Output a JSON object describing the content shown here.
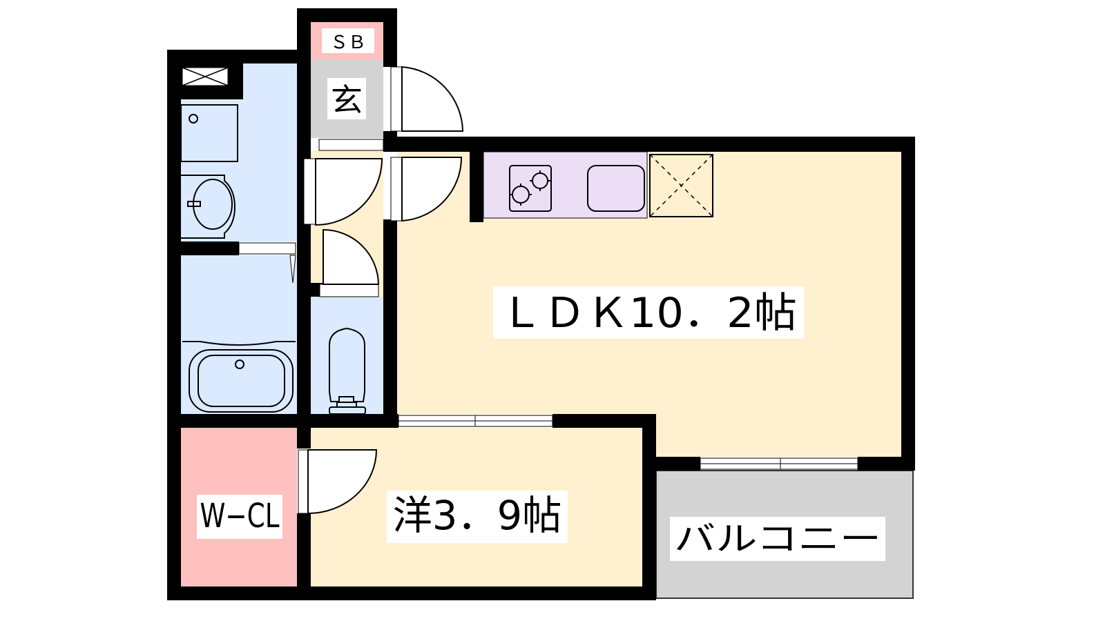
{
  "floor_plan": {
    "rooms": {
      "shoe_box": {
        "label": "ＳＢ",
        "color": "#ffc0c0"
      },
      "entrance": {
        "label": "玄",
        "color": "#d3d3d3"
      },
      "ldk": {
        "label": "ＬＤＫ10．2帖",
        "type": "LDK",
        "size_jo": 10.2,
        "color": "#fff0d0"
      },
      "western_room": {
        "label": "洋3．9帖",
        "type": "洋室",
        "size_jo": 3.9,
        "color": "#fff0d0"
      },
      "walk_in_closet": {
        "label": "W−CL",
        "color": "#ffc0c0"
      },
      "balcony": {
        "label": "バルコニー",
        "color": "#d3d3d3"
      },
      "washroom": {
        "color": "#dbeafe"
      },
      "bathroom": {
        "color": "#dbeafe"
      },
      "toilet": {
        "color": "#dbeafe"
      },
      "hallway": {
        "color": "#fff0d0"
      }
    },
    "kitchen": {
      "color": "#ecdff5"
    },
    "wall_color": "#000000"
  }
}
